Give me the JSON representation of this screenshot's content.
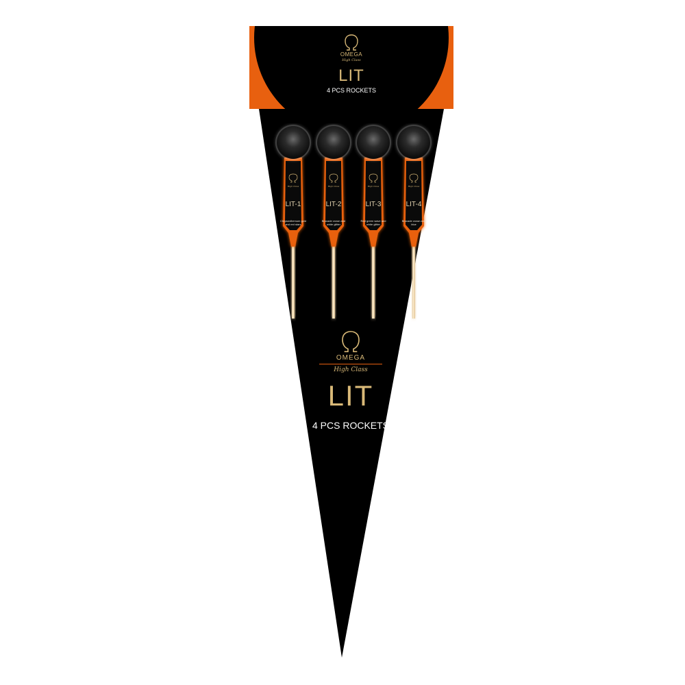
{
  "header": {
    "brand": "OMEGA",
    "tagline": "High Class",
    "title": "LIT",
    "subtitle": "4 PCS ROCKETS"
  },
  "rockets": [
    {
      "label": "LIT-1",
      "description": "Chrysanthemum gold and red stars"
    },
    {
      "label": "LIT-2",
      "description": "Brocade crown and white glitter"
    },
    {
      "label": "LIT-3",
      "description": "Red green wave and white glitter"
    },
    {
      "label": "LIT-4",
      "description": "Brocade crown and blue"
    }
  ],
  "main": {
    "brand": "OMEGA",
    "tagline": "High Class",
    "title": "LIT",
    "subtitle": "4 PCS ROCKETS"
  },
  "colors": {
    "accent_orange": "#e8600f",
    "gold": "#d9b978",
    "background": "#000000"
  },
  "icons": [
    "omega-logo-icon"
  ]
}
